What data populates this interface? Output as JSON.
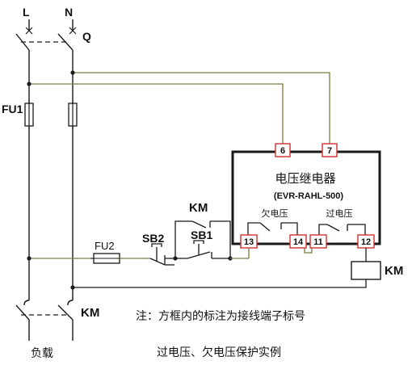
{
  "labels": {
    "L": "L",
    "N": "N",
    "Q": "Q",
    "FU1": "FU1",
    "FU2": "FU2",
    "SB2": "SB2",
    "SB1": "SB1",
    "KM_top": "KM",
    "KM_coil": "KM",
    "KM_bottom": "KM",
    "load": "负载"
  },
  "relay": {
    "name": "电压继电器",
    "model": "(EVR-RAHL-500)",
    "under_voltage": "欠电压",
    "over_voltage": "过电压"
  },
  "terminals": {
    "t6": "6",
    "t7": "7",
    "t13": "13",
    "t14": "14",
    "t11": "11",
    "t12": "12"
  },
  "note": "注：方框内的标注为接线端子标号",
  "caption": "过电压、欠电压保护实例",
  "colors": {
    "wire_black": "#1a1a1a",
    "wire_olive": "#7d7a3a",
    "terminal_red": "#d03030"
  }
}
